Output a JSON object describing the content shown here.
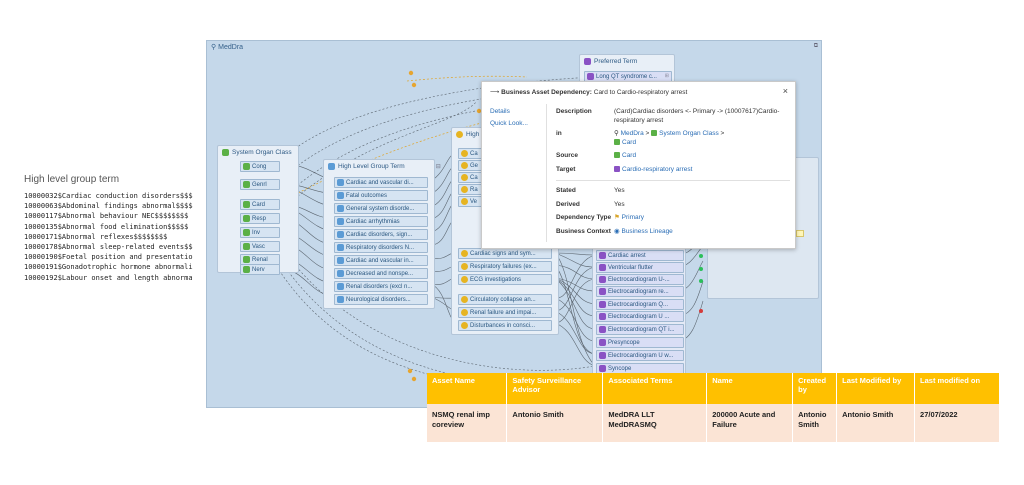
{
  "left_text": {
    "title": "High level group term",
    "lines": [
      "10000032$Cardiac conduction disorders$$$",
      "10000063$Abdominal findings abnormal$$$$",
      "10000117$Abnormal behaviour NEC$$$$$$$$ ",
      "10000135$Abnormal food elimination$$$$$",
      "10000171$Abnormal reflexes$$$$$$$$",
      "10000178$Abnormal sleep-related events$$",
      "10000190$Foetal position and presentatio",
      "10000191$Gonadotrophic hormone abnormali",
      "10000192$Labour onset and length abnorma"
    ]
  },
  "canvas": {
    "title": "MedDra",
    "soc_panel": {
      "title": "System Organ Class",
      "items": [
        "Cong",
        "Genrl",
        "Card",
        "Resp",
        "Inv",
        "Vasc",
        "Renal",
        "Nerv"
      ]
    },
    "hlgt_panel": {
      "title": "High Level Group Term",
      "items": [
        "Cardiac and vascular di...",
        "Fatal outcomes",
        "General system disorde...",
        "Cardiac arrhythmias",
        "Cardiac disorders, sign...",
        "Respiratory disorders N...",
        "Cardiac and vascular in...",
        "Decreased and nonspe...",
        "Renal disorders (excl n...",
        "Neurological disorders..."
      ]
    },
    "hlt_panel": {
      "title": "High",
      "top_items": [
        "Ca",
        "Ge",
        "Ca",
        "Ra",
        "Ve"
      ],
      "items": [
        "Cardiac signs and sym...",
        "Respiratory failures (ex...",
        "ECG investigations",
        "Circulatory collapse an...",
        "Renal failure and impai...",
        "Disturbances in consci..."
      ]
    },
    "pt_panel": {
      "title": "Preferred Term",
      "top_item": "Long QT syndrome c...",
      "items": [
        "Cardiac arrest",
        "Ventricular flutter",
        "Electrocardiogram U-...",
        "Electrocardiogram re...",
        "Electrocardiogram Q...",
        "Electrocardiogram U ...",
        "Electrocardiogram QT i...",
        "Presyncope",
        "Electrocardiogram U w...",
        "Syncope"
      ]
    }
  },
  "popup": {
    "header_label": "Business Asset Dependency:",
    "header_value": "Card to Cardio-respiratory arrest",
    "close": "×",
    "nav": [
      "Details",
      "Quick Look..."
    ],
    "description_label": "Description",
    "description_value": "(Card)Cardiac disorders <- Primary -> (10007617)Cardio-respiratory arrest",
    "in_label": "in",
    "in_path": [
      "MedDra",
      "System Organ Class",
      "Card"
    ],
    "source_label": "Source",
    "source_value": "Card",
    "target_label": "Target",
    "target_value": "Cardio-respiratory arrest",
    "stated_label": "Stated",
    "stated_value": "Yes",
    "derived_label": "Derived",
    "derived_value": "Yes",
    "dependency_type_label": "Dependency Type",
    "dependency_type_value": "Primary",
    "business_context_label": "Business Context",
    "business_context_value": "Business Lineage"
  },
  "table": {
    "headers": [
      "Asset Name",
      "Safety Surveillance Advisor",
      "Associated Terms",
      "Name",
      "Created by",
      "Last Modified by",
      "Last modified on"
    ],
    "row": [
      "NSMQ renal imp coreview",
      "Antonio  Smith",
      "MedDRA LLT MedDRASMQ",
      "200000 Acute and Failure",
      "Antonio Smith",
      "Antonio  Smith",
      "27/07/2022"
    ]
  },
  "colors": {
    "canvas_bg": "#c5d8ea",
    "table_header": "#ffc000",
    "table_row": "#fbe4d5",
    "link": "#2a6db5"
  }
}
